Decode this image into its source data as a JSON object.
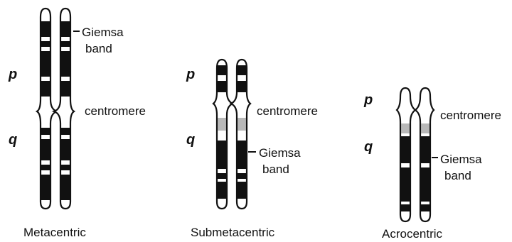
{
  "arm_p": "p",
  "arm_q": "q",
  "centromere_label": "centromere",
  "giemsa_line1": "Giemsa",
  "giemsa_line2": "band",
  "chromosomes": [
    {
      "type": "Metacentric",
      "has_giemsa_label": true
    },
    {
      "type": "Submetacentric",
      "has_giemsa_label": true
    },
    {
      "type": "Acrocentric",
      "has_giemsa_label": true
    }
  ],
  "colors": {
    "band": "#111111",
    "chromatid": "#ffffff",
    "stipple": "#8a8a8a"
  }
}
